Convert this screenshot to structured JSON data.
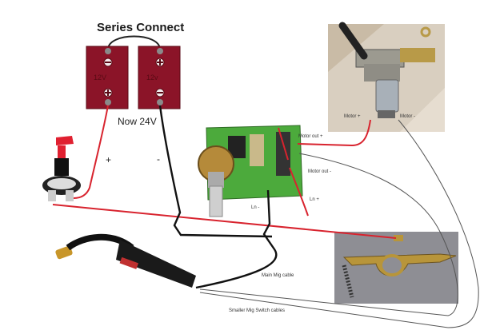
{
  "diagram": {
    "title": "Series Connect",
    "voltage_note": "Now 24V",
    "batteries": [
      {
        "label": "12V",
        "top_terminal": "−",
        "bottom_terminal": "+"
      },
      {
        "label": "12v",
        "top_terminal": "+",
        "bottom_terminal": "−"
      }
    ],
    "wire_labels": {
      "plus": "+",
      "minus": "-",
      "motor_out_plus": "Motor out +",
      "motor_out_minus": "Motor out -",
      "ln_plus": "Ln +",
      "ln_minus": "Ln -",
      "motor_plus": "Motor +",
      "motor_minus": "Motor -",
      "main_mig_cable": "Main Mig cable",
      "smaller_mig_switch_cables": "Smaller Mig Switch cables"
    },
    "components": {
      "switch": "battery-isolator-switch",
      "controller": "pwm-speed-controller-board",
      "motor": "wire-feed-motor",
      "torch": "mig-torch",
      "clamp": "earth-clamp"
    },
    "colors": {
      "battery": "#8b1428",
      "positive_wire": "#d8232e",
      "negative_wire": "#111111",
      "switch_cable": "#555555",
      "pcb": "#4caa3c",
      "clamp_bg": "#8e8e94",
      "brass": "#b8953a"
    }
  }
}
